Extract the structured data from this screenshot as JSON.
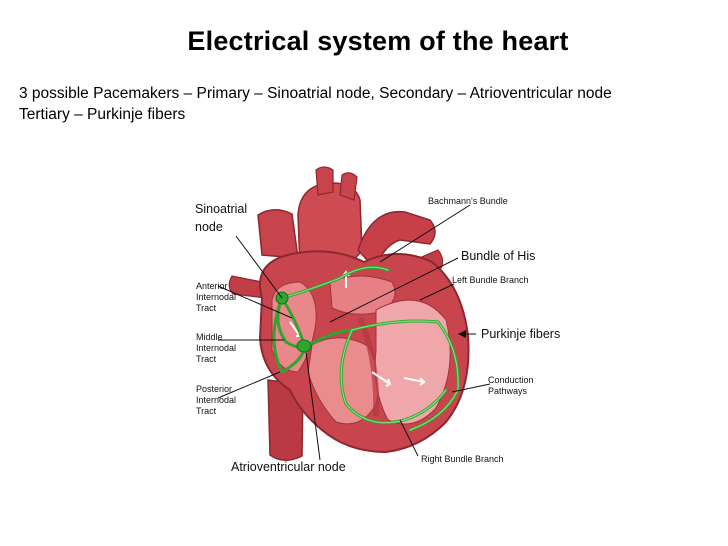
{
  "title": "Electrical system of the heart",
  "subtitle_lines": [
    "3 possible Pacemakers – Primary – Sinoatrial node, Secondary – Atrioventricular node",
    "Tertiary – Purkinje fibers"
  ],
  "diagram": {
    "labels": {
      "sinoatrial_node": [
        "Sinoatrial",
        "node"
      ],
      "bachmanns_bundle": "Bachmann's Bundle",
      "bundle_of_his": "Bundle of His",
      "left_bundle_branch": "Left Bundle Branch",
      "purkinje_fibers": "Purkinje fibers",
      "conduction_pathways": [
        "Conduction",
        "Pathways"
      ],
      "right_bundle_branch": "Right Bundle Branch",
      "atrioventricular_node": "Atrioventricular node",
      "anterior_internodal_tract": [
        "Anterior",
        "Internodal",
        "Tract"
      ],
      "middle_internodal_tract": [
        "Middle",
        "Internodal",
        "Tract"
      ],
      "posterior_internodal_tract": [
        "Posterior",
        "Internodal",
        "Tract"
      ]
    },
    "colors": {
      "heart_outer": "#c9454d",
      "heart_inner": "#e9878a",
      "chamber_light": "#f2b3b3",
      "conduction": "#2fa52f",
      "conduction_light": "#7fe07f"
    }
  }
}
